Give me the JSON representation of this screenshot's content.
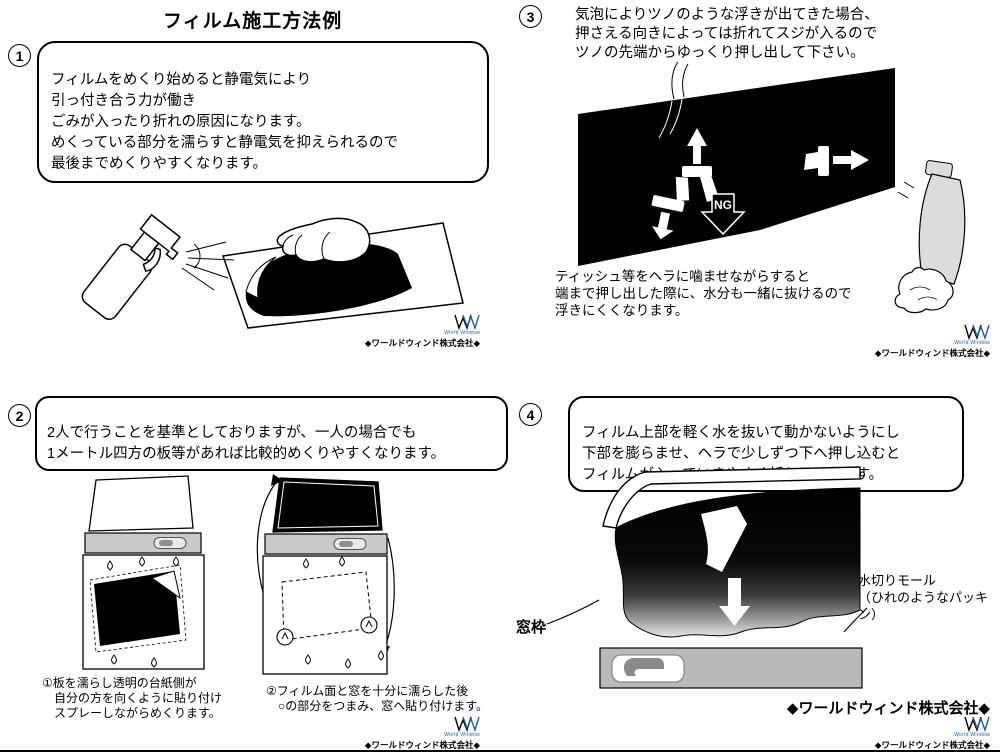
{
  "page": {
    "title": "フィルム施工方法例"
  },
  "company": {
    "logo_icon": "ww-monogram",
    "logo_sub": "World Window",
    "name_small": "◆ワールドウィンド株式会社◆",
    "name_bold": "◆ワールドウィンド株式会社◆"
  },
  "colors": {
    "ink": "#000000",
    "logo_blue": "#1b5fae",
    "trim_gray": "#c9c9c9",
    "sill_gray": "#b9b9b9"
  },
  "step1": {
    "number": "1",
    "text": "フィルムをめくり始めると静電気により\n引っ付き合う力が働き\nごみが入ったり折れの原因になります。\nめくっている部分を濡らすと静電気を抑えられるので\n最後までめくりやすくなります。"
  },
  "step2": {
    "number": "2",
    "text": "2人で行うことを基準としておりますが、一人の場合でも\n1メートル四方の板等があれば比較的めくりやすくなります。",
    "caption_left": "①板を濡らし透明の台紙側が\n　自分の方を向くように貼り付け\n　スプレーしながらめくります。",
    "caption_right": "②フィルム面と窓を十分に濡らした後\n　○の部分をつまみ、窓へ貼り付けます。"
  },
  "step3": {
    "number": "3",
    "text_top": "気泡によりツノのような浮きが出てきた場合、\n押さえる向きによっては折れてスジが入るので\nツノの先端からゆっくり押し出して下さい。",
    "ng_label": "NG",
    "text_bottom": "ティッシュ等をヘラに噛ませながらすると\n端まで押し出した際に、水分も一緒に抜けるので\n浮きにくくなります。"
  },
  "step4": {
    "number": "4",
    "text": "フィルム上部を軽く水を抜いて動かないようにし\n下部を膨らませ、ヘラで少しずつ下へ押し込むと\nフィルムが入っていきやすく折れにくいです。",
    "label_window_frame": "窓枠",
    "label_molding": "水切りモール\n（ひれのようなパッキン）"
  }
}
